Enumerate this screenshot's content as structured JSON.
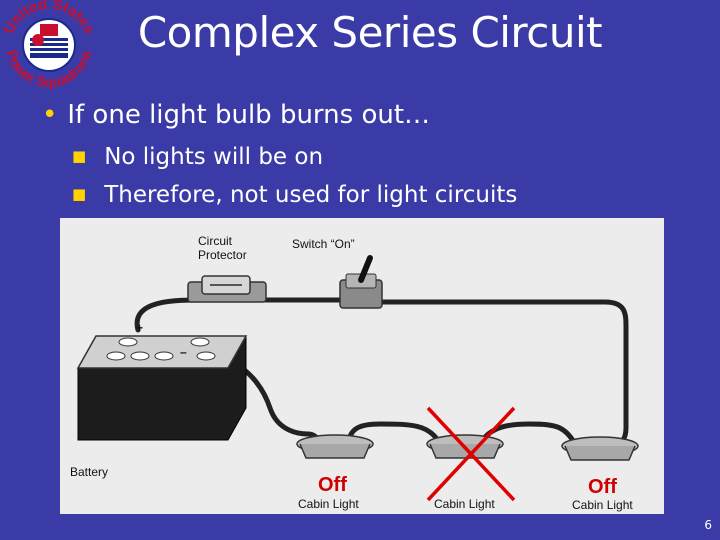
{
  "slide": {
    "title": "Complex Series Circuit",
    "bullet": "If one light bulb burns out…",
    "sub_bullets": [
      "No lights will be on",
      "Therefore, not used for light circuits"
    ],
    "page_number": "6"
  },
  "logo": {
    "text_top": "United States",
    "text_bottom": "Power Squadrons"
  },
  "diagram": {
    "circuit_protector": [
      "Circuit",
      "Protector"
    ],
    "switch_label": "Switch “On”",
    "battery_label": "Battery",
    "plus": "+",
    "minus": "–",
    "cabin_light": "Cabin Light",
    "off_label": "Off",
    "colors": {
      "wire": "#222222",
      "cross": "#e00000",
      "off": "#d00000"
    }
  }
}
